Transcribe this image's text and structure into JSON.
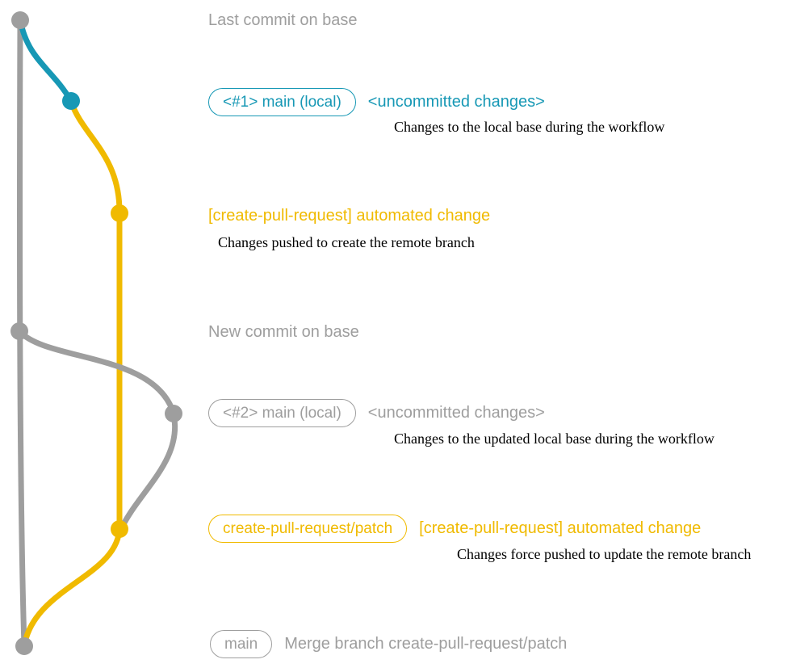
{
  "colors": {
    "gray": "#9e9e9e",
    "blue": "#1798b5",
    "yellow": "#f0ba00",
    "desc_text": "#000000",
    "background": "#ffffff"
  },
  "graph": {
    "nodes": [
      {
        "id": "base-top-commit",
        "color": "gray"
      },
      {
        "id": "local-1-commit",
        "color": "blue"
      },
      {
        "id": "patch-1-commit",
        "color": "yellow"
      },
      {
        "id": "base-new-commit",
        "color": "gray"
      },
      {
        "id": "local-2-commit",
        "color": "gray"
      },
      {
        "id": "patch-2-commit",
        "color": "yellow"
      },
      {
        "id": "base-merge-commit",
        "color": "gray"
      }
    ]
  },
  "annotations": {
    "last_commit": "Last commit on base",
    "row1": {
      "badge": "<#1> main (local)",
      "tag": "<uncommitted changes>",
      "desc": "Changes to the local base during the workflow"
    },
    "row2": {
      "title": "[create-pull-request] automated change",
      "desc": "Changes pushed to create the remote branch"
    },
    "new_commit": "New commit on base",
    "row3": {
      "badge": "<#2> main (local)",
      "tag": "<uncommitted changes>",
      "desc": "Changes to the updated local base during the workflow"
    },
    "row4": {
      "badge": "create-pull-request/patch",
      "title": "[create-pull-request] automated change",
      "desc": "Changes force pushed to update the remote branch"
    },
    "row5": {
      "badge": "main",
      "title": "Merge branch create-pull-request/patch"
    }
  }
}
